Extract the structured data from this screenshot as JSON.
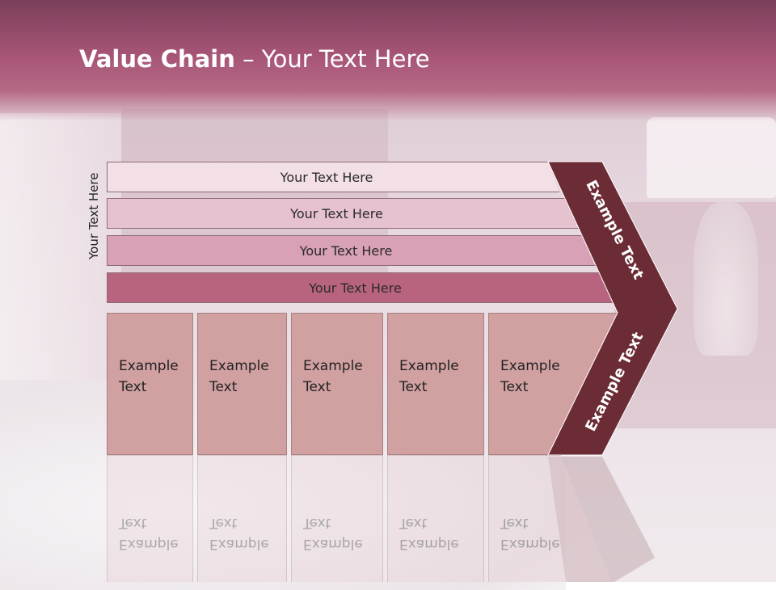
{
  "slide": {
    "title_bold": "Value Chain",
    "title_rest": " – Your Text Here",
    "vertical_label": "Your Text Here"
  },
  "bars": [
    {
      "label": "Your Text Here",
      "color": "#f3dfe6"
    },
    {
      "label": "Your Text Here",
      "color": "#e6c1d0"
    },
    {
      "label": "Your Text Here",
      "color": "#d8a1b6"
    },
    {
      "label": "Your Text Here",
      "color": "#b9647f"
    }
  ],
  "boxes": [
    {
      "line1": "Example",
      "line2": "Text"
    },
    {
      "line1": "Example",
      "line2": "Text"
    },
    {
      "line1": "Example",
      "line2": "Text"
    },
    {
      "line1": "Example",
      "line2": "Text"
    },
    {
      "line1": "Example",
      "line2": "Text"
    }
  ],
  "chevron": {
    "upper_text": "Example Text",
    "lower_text": "Example Text",
    "color": "#6b2c35"
  }
}
